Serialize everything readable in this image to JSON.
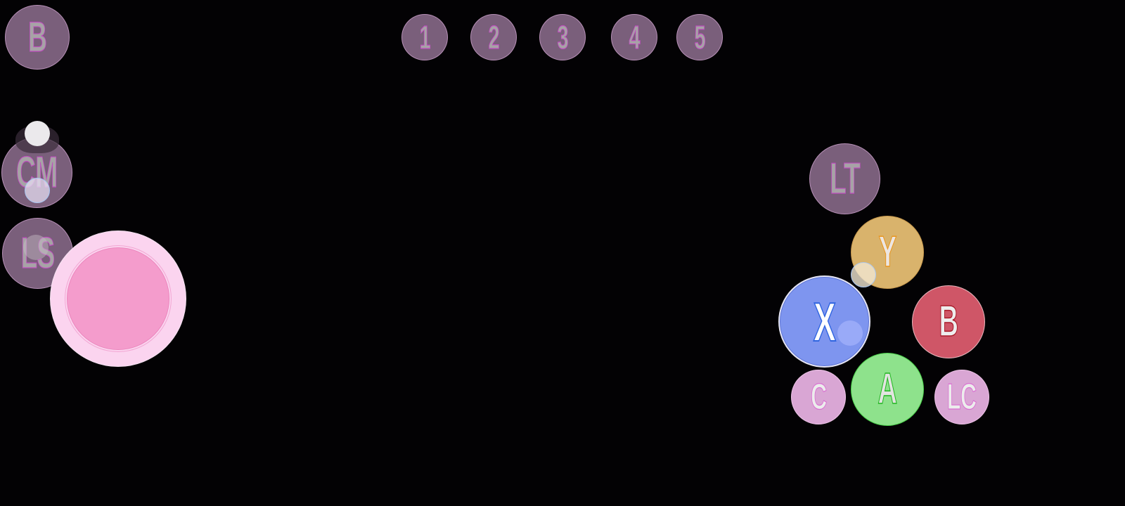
{
  "screen": {
    "background": "#030204"
  },
  "top_left": {
    "back_button": {
      "label": "B"
    }
  },
  "number_buttons": [
    {
      "label": "1"
    },
    {
      "label": "2"
    },
    {
      "label": "3"
    },
    {
      "label": "4"
    },
    {
      "label": "5"
    }
  ],
  "left_column": {
    "cm_button": {
      "label": "CM"
    },
    "ls_button": {
      "label": "LS"
    }
  },
  "joystick": {
    "color": "#f49ccc",
    "ring_color": "#fbd4ef"
  },
  "face_buttons": {
    "lt": {
      "label": "LT",
      "color": "#a87aa8"
    },
    "y": {
      "label": "Y",
      "color": "#d9b36c"
    },
    "x": {
      "label": "X",
      "color": "#7e95ef"
    },
    "b": {
      "label": "B",
      "color": "#cf5667"
    },
    "a": {
      "label": "A",
      "color": "#8ee28c"
    },
    "c": {
      "label": "C",
      "color": "#dcaed9"
    },
    "lc": {
      "label": "LC",
      "color": "#dcaed9"
    }
  }
}
